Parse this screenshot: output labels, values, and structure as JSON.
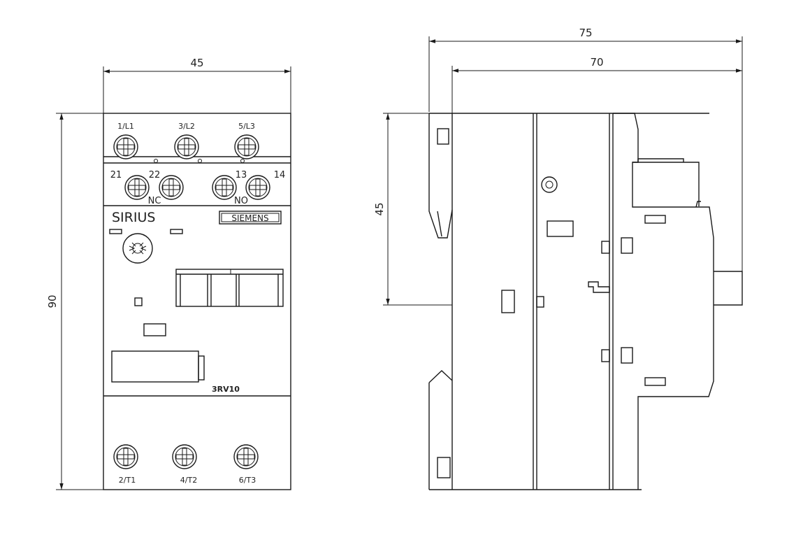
{
  "front_view": {
    "dim_width": "45",
    "dim_height": "90",
    "line_terminals": [
      "1/L1",
      "3/L2",
      "5/L3"
    ],
    "aux_contacts": [
      "21",
      "22",
      "13",
      "14"
    ],
    "aux_nc": "NC",
    "aux_no": "NO",
    "brand_series": "SIRIUS",
    "brand_maker": "SIEMENS",
    "model": "3RV10",
    "load_terminals": [
      "2/T1",
      "4/T2",
      "6/T3"
    ]
  },
  "side_view": {
    "dim_overall_depth": "75",
    "dim_mount_depth": "70",
    "dim_half_height": "45"
  }
}
